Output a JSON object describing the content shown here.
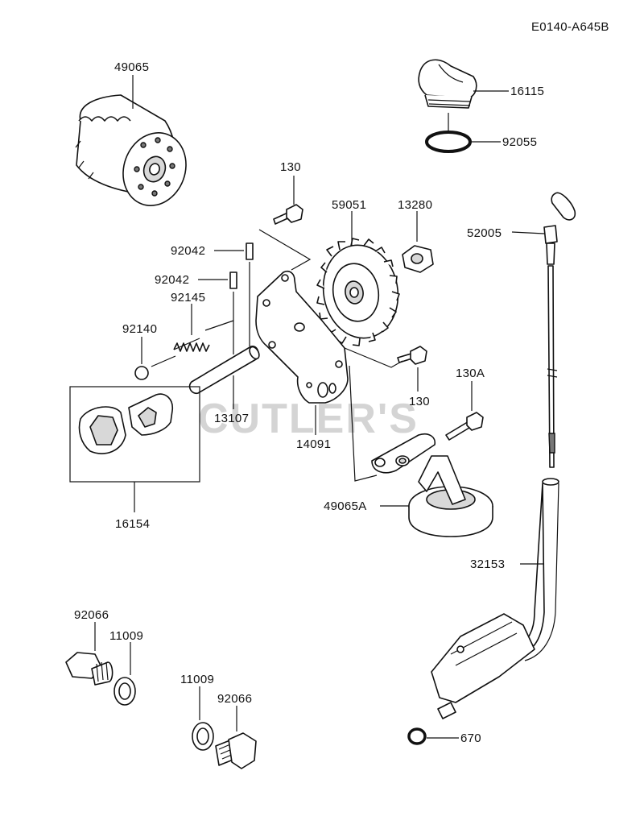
{
  "diagram_code": "E0140-A645B",
  "watermark": "CUTLER'S",
  "parts": {
    "oil_filter": "49065",
    "oil_filler_cap": "16115",
    "cap_o_ring": "92055",
    "bolt_top": "130",
    "gear": "59051",
    "nut": "13280",
    "dipstick": "52005",
    "pin_upper": "92042",
    "pin_lower": "92042",
    "spring": "92145",
    "ball": "92140",
    "rotor_set": "16154",
    "shaft": "13107",
    "plate": "14091",
    "bolt_right": "130",
    "bolt_130a": "130A",
    "oil_strainer": "49065A",
    "dipstick_tube": "32153",
    "tube_o_ring": "670",
    "plug_left": "92066",
    "washer_left": "11009",
    "washer_bottom": "11009",
    "plug_bottom": "92066"
  }
}
